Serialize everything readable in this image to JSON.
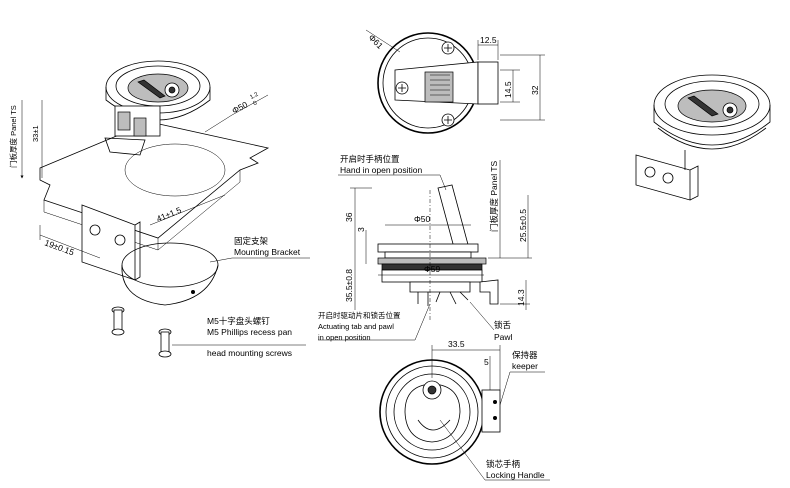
{
  "iso_view": {
    "panel_thickness": "门板厚度 Panel TS",
    "dim_33": "33±1",
    "dim_phi50": "Φ50",
    "dim_phi50_tol_upper": "1.2",
    "dim_phi50_tol_lower": "0",
    "dim_41": "41±1.5",
    "dim_19": "19±0.15",
    "bracket_cn": "固定支架",
    "bracket_en": "Mounting Bracket",
    "screw_cn": "M5十字盘头螺钉",
    "screw_en1": "M5 Phillips recess pan",
    "screw_en2": "head mounting screws"
  },
  "top_view": {
    "dim_phi61": "Φ61",
    "dim_12_5": "12.5",
    "dim_14_5": "14.5",
    "dim_32": "32"
  },
  "side_view": {
    "handle_open_cn": "开启时手柄位置",
    "handle_open_en": "Hand in open position",
    "dim_36": "36",
    "dim_3": "3",
    "dim_phi50": "Φ50",
    "dim_phi59": "Φ59",
    "dim_35_5": "35.5±0.8",
    "panel_ts": "门板厚度 Panel TS",
    "dim_25_5": "25.5±0.5",
    "dim_14_3": "14.3",
    "actuating_cn": "开启时驱动片和锁舌位置",
    "actuating_en1": "Actuating tab and pawl",
    "actuating_en2": "in open position",
    "pawl_cn": "锁舌",
    "pawl_en": "Pawl"
  },
  "bottom_view": {
    "dim_33_5": "33.5",
    "dim_5": "5",
    "keeper_cn": "保持器",
    "keeper_en": "keeper",
    "locking_cn": "锁芯手柄",
    "locking_en": "Locking Handle"
  }
}
